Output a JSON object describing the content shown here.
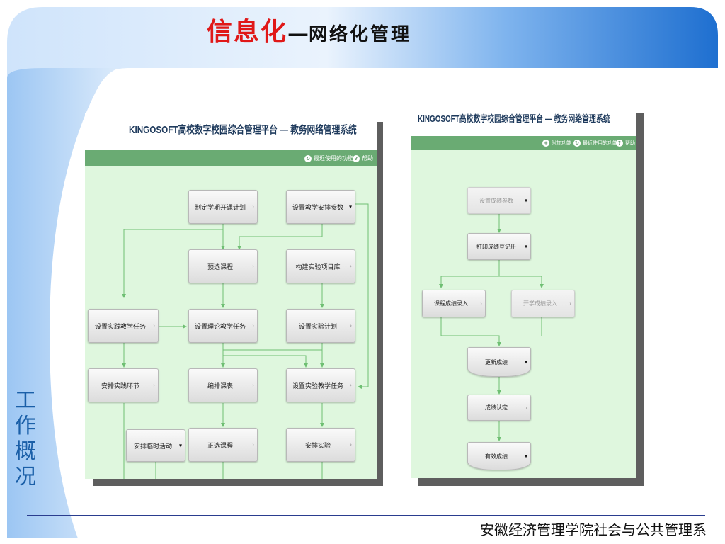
{
  "slide": {
    "title_main": "信息化",
    "title_dash": "—",
    "title_sub": "网络化管理",
    "side_chars": [
      "工",
      "作",
      "概",
      "况"
    ],
    "footer": "安徽经济管理学院社会与公共管理系",
    "colors": {
      "title_red": "#e01818",
      "banner_blue": "#1e6fd0",
      "side_blue": "#1a5fa8"
    }
  },
  "left_panel": {
    "header_title": "KINGOSOFT高校数字校园综合管理平台 — 教务网络管理系统",
    "toolbar": [
      {
        "icon": "recent-icon",
        "label": "最近使用的功能"
      },
      {
        "icon": "help-icon",
        "label": "帮助"
      }
    ],
    "nodes": [
      {
        "id": "n1",
        "label": "制定学期开课计划"
      },
      {
        "id": "n2",
        "label": "设置教学安排参数"
      },
      {
        "id": "n3",
        "label": "预选课程"
      },
      {
        "id": "n4",
        "label": "构建实验项目库"
      },
      {
        "id": "n5",
        "label": "设置实践教学任务"
      },
      {
        "id": "n6",
        "label": "设置理论教学任务"
      },
      {
        "id": "n7",
        "label": "设置实验计划"
      },
      {
        "id": "n8",
        "label": "安排实践环节"
      },
      {
        "id": "n9",
        "label": "编排课表"
      },
      {
        "id": "n10",
        "label": "设置实验教学任务"
      },
      {
        "id": "n11",
        "label": "安排临时活动"
      },
      {
        "id": "n12",
        "label": "正选课程"
      },
      {
        "id": "n13",
        "label": "安排实验"
      }
    ]
  },
  "right_panel": {
    "header_title": "KINGOSOFT高校数字校园综合管理平台 — 教务网络管理系统",
    "toolbar": [
      {
        "icon": "attach-icon",
        "label": "附加功能"
      },
      {
        "icon": "recent-icon",
        "label": "最近使用的功能"
      },
      {
        "icon": "help-icon",
        "label": "帮助"
      }
    ],
    "nodes": [
      {
        "id": "r1",
        "label": "设置成绩参数"
      },
      {
        "id": "r2",
        "label": "打印成绩登记册"
      },
      {
        "id": "r3",
        "label": "课程成绩录入"
      },
      {
        "id": "r4",
        "label": "开学成绩录入"
      },
      {
        "id": "r5",
        "label": "更新成绩"
      },
      {
        "id": "r6",
        "label": "成绩认定"
      },
      {
        "id": "r7",
        "label": "有效成绩"
      }
    ]
  }
}
